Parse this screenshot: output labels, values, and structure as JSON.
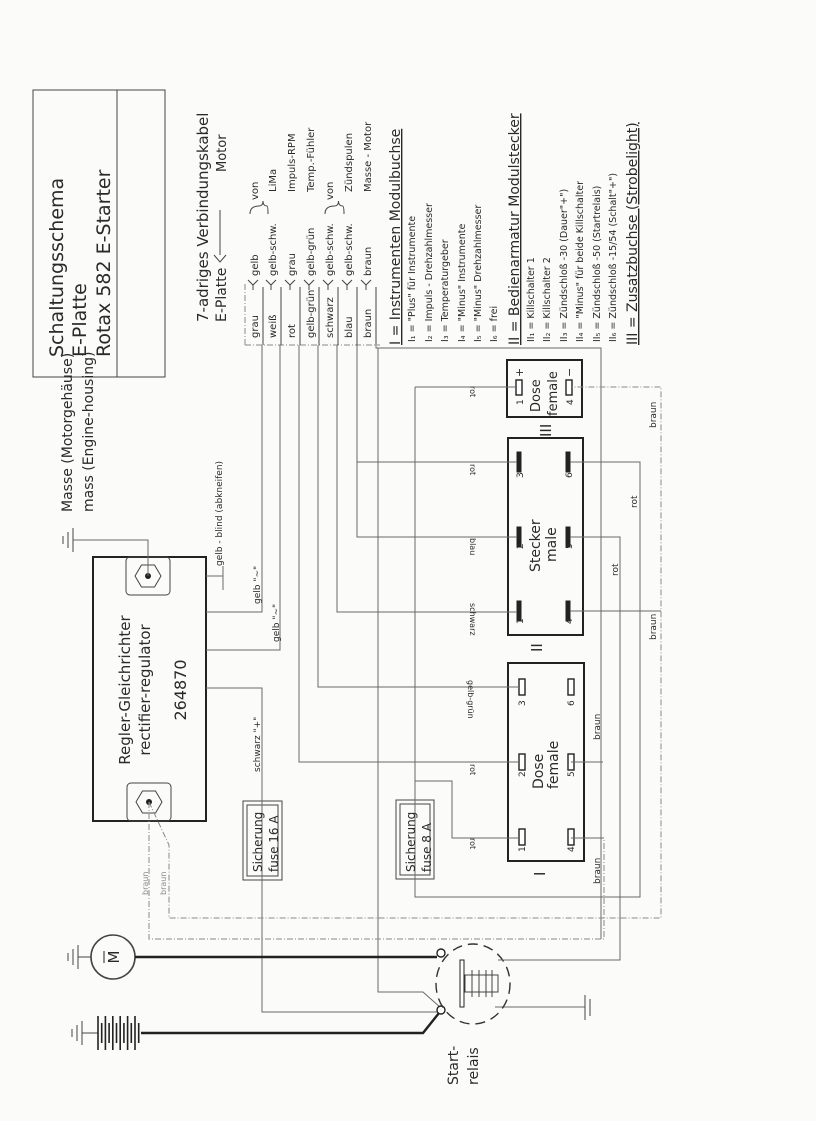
{
  "title_block": {
    "line1": "Schaltungsschema",
    "line2": "E-Platte",
    "line3": "Rotax 582 E-Starter"
  },
  "ground_note": {
    "de": "Masse (Motorgehäuse)",
    "en": "mass (Engine-housing)"
  },
  "cable": {
    "title": "7-adriges Verbindungskabel",
    "from": "E-Platte",
    "to": "Motor",
    "rows": [
      {
        "plate": "grau",
        "motor": "gelb",
        "desc": "von"
      },
      {
        "plate": "weiß",
        "motor": "gelb-schw.",
        "desc": "LiMa"
      },
      {
        "plate": "rot",
        "motor": "grau",
        "desc": "Impuls-RPM"
      },
      {
        "plate": "gelb-grün",
        "motor": "gelb-grün",
        "desc": "Temp.-Fühler"
      },
      {
        "plate": "schwarz",
        "motor": "gelb-schw.",
        "desc": "von"
      },
      {
        "plate": "blau",
        "motor": "gelb-schw.",
        "desc": "Zündspulen"
      },
      {
        "plate": "braun",
        "motor": "braun",
        "desc": "Masse - Motor"
      }
    ]
  },
  "legend": {
    "I": {
      "heading": "I = Instrumenten Modulbuchse",
      "items": [
        "I₁ = \"Plus\" für Instrumente",
        "I₂ = Impuls - Drehzahlmesser",
        "I₃ = Temperaturgeber",
        "I₄ = \"Minus\" Instrumente",
        "I₅ = \"Minus\" Drehzahlmesser",
        "I₆ = frei"
      ]
    },
    "II": {
      "heading": "II = Bedienarmatur Modulstecker",
      "items": [
        "II₁ = Killschalter 1",
        "II₂ = Killschalter 2",
        "II₃ = Zündschloß -30 (Dauer\"+\")",
        "II₄ = \"Minus\" für beide Killschalter",
        "II₅ = Zündschloß -50 (Startrelais)",
        "II₆ = Zündschloß -15/54 (Schalt\"+\")"
      ]
    },
    "III": {
      "heading": "III = Zusatzbuchse (Strobelight)"
    }
  },
  "regulator": {
    "name_de": "Regler-Gleichrichter",
    "name_en": "rectifier-regulator",
    "part_no": "264870"
  },
  "wire_labels": {
    "gelb_blind": "gelb - blind (abkneifen)",
    "gelb_ac1": "gelb \"~\"",
    "gelb_ac2": "gelb \"~\"",
    "schwarz_plus": "schwarz \"+\"",
    "braun_a": "braun",
    "braun_b": "braun",
    "rot_1": "rot",
    "rot_2": "rot",
    "blau": "blau",
    "schwarz": "schwarz",
    "gelb_gruen": "gelb-grün",
    "rot_3": "rot",
    "rot_4": "rot",
    "braun_c": "braun",
    "rot_5": "rot",
    "rot_6": "rot",
    "braun_d": "braun",
    "braun_e": "braun",
    "braun_f": "braun"
  },
  "fuses": {
    "f16": {
      "de": "Sicherung",
      "en": "fuse 16 A"
    },
    "f8": {
      "de": "Sicherung",
      "en": "fuse 8 A"
    }
  },
  "connectors": {
    "III": {
      "id": "III",
      "line1": "Dose",
      "line2": "female",
      "pins": [
        "1",
        "4"
      ],
      "signs": [
        "+",
        "−"
      ]
    },
    "II": {
      "id": "II",
      "line1": "Stecker",
      "line2": "male",
      "pins": [
        "3",
        "6",
        "2",
        "5",
        "1",
        "4"
      ]
    },
    "I": {
      "id": "I",
      "line1": "Dose",
      "line2": "female",
      "pins": [
        "3",
        "6",
        "2",
        "5",
        "1",
        "4"
      ]
    }
  },
  "motor_symbol": "M",
  "relay": {
    "line1": "Start-",
    "line2": "relais"
  }
}
